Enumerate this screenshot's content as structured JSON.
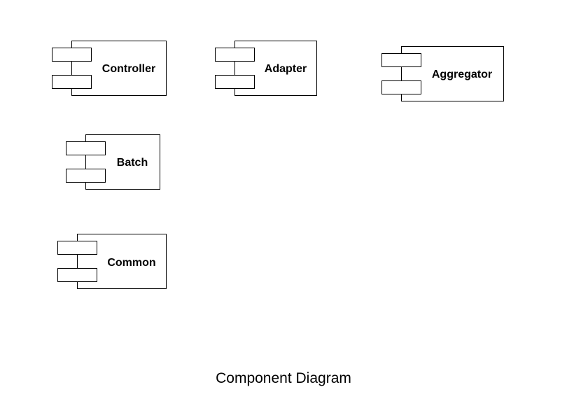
{
  "diagram": {
    "caption": "Component Diagram",
    "components": [
      {
        "id": "controller",
        "label": "Controller"
      },
      {
        "id": "adapter",
        "label": "Adapter"
      },
      {
        "id": "aggregator",
        "label": "Aggregator"
      },
      {
        "id": "batch",
        "label": "Batch"
      },
      {
        "id": "common",
        "label": "Common"
      }
    ]
  }
}
